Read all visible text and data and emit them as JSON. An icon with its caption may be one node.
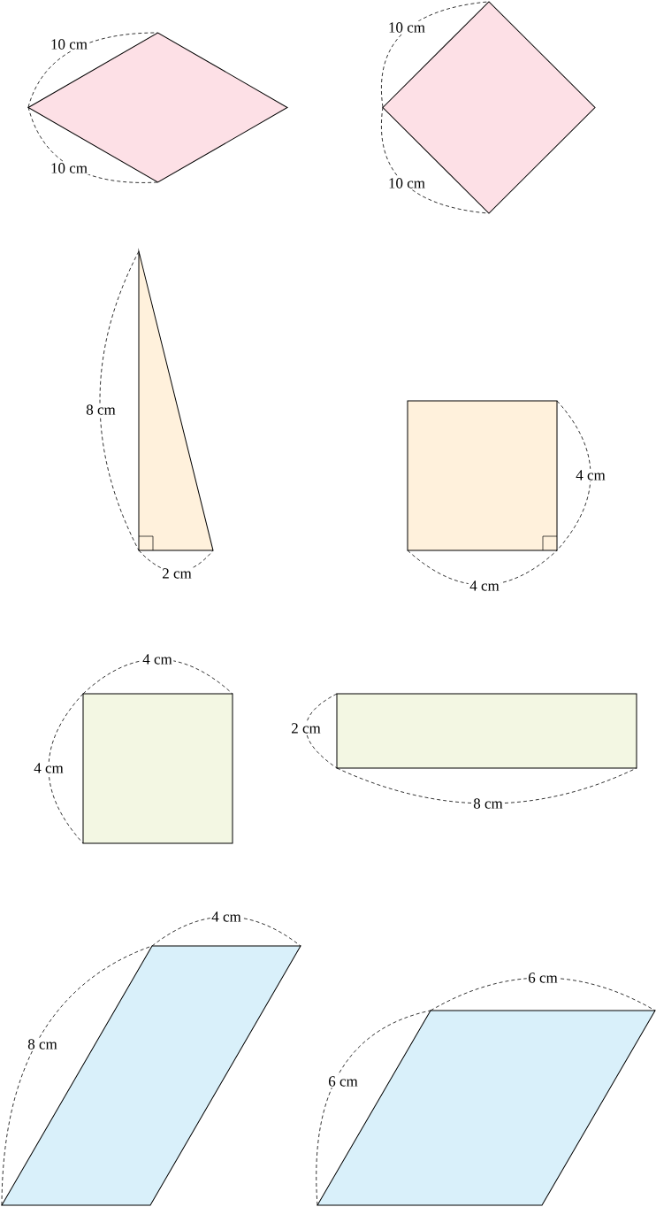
{
  "diagram": {
    "nodes": [
      {
        "text": [],
        "shape": "rhombus",
        "beside": [
          "10 cm",
          "10 cm"
        ]
      },
      {
        "text": [],
        "shape": "square",
        "beside": [
          "10 cm",
          "10 cm"
        ]
      },
      {
        "text": [],
        "shape": "triangle",
        "beside": [
          "8 cm",
          "2 cm"
        ]
      },
      {
        "text": [],
        "shape": "square",
        "beside": [
          "4 cm",
          "4 cm"
        ]
      },
      {
        "text": [],
        "shape": "square",
        "beside": [
          "4 cm",
          "4 cm"
        ]
      },
      {
        "text": [],
        "shape": "rectangle",
        "beside": [
          "2 cm",
          "8 cm"
        ]
      },
      {
        "text": [],
        "shape": "parallelogram",
        "beside": [
          "4 cm",
          "8 cm"
        ]
      },
      {
        "text": [],
        "shape": "parallelogram",
        "beside": [
          "6 cm",
          "6 cm"
        ]
      }
    ]
  }
}
